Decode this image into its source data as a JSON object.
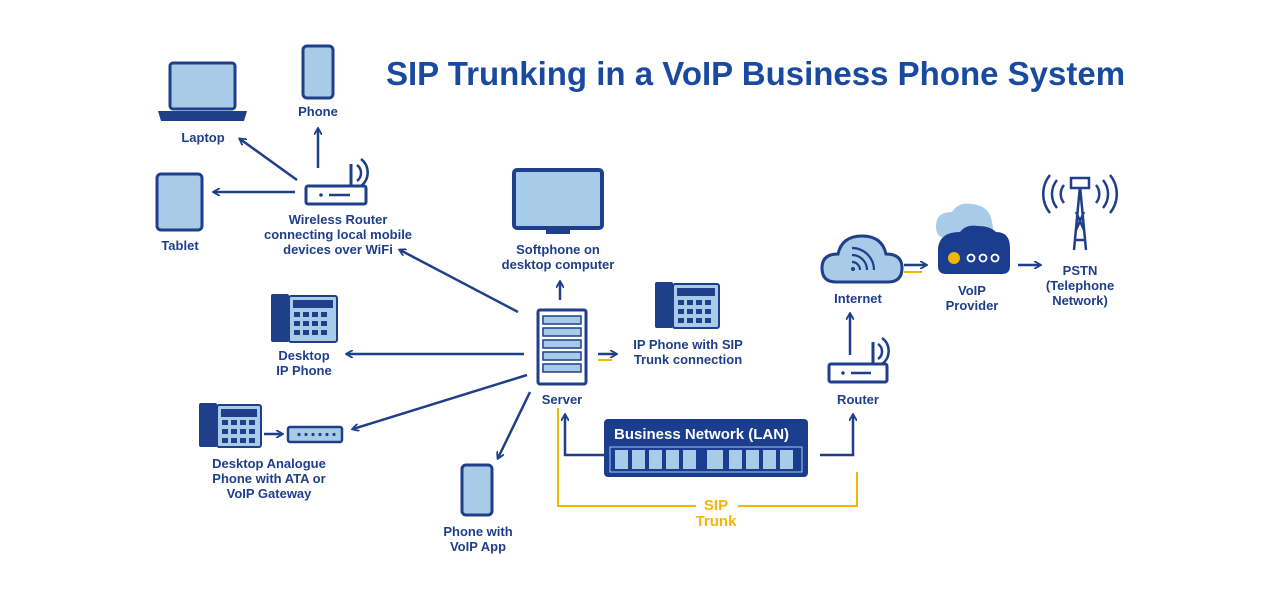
{
  "title": "SIP Trunking in a VoIP Business Phone System",
  "colors": {
    "primary": "#1f3f8a",
    "icon_fill": "#a8cbe8",
    "dark_blue": "#1b3d8f",
    "sip_yellow": "#f2b705"
  },
  "nodes": {
    "laptop": {
      "icon": "laptop-icon",
      "lines": [
        "Laptop"
      ]
    },
    "phone": {
      "icon": "smartphone-icon",
      "lines": [
        "Phone"
      ]
    },
    "tablet": {
      "icon": "tablet-icon",
      "lines": [
        "Tablet"
      ]
    },
    "wireless_router": {
      "icon": "wifi-router-icon",
      "lines": [
        "Wireless Router",
        "connecting local mobile",
        "devices over WiFi"
      ]
    },
    "softphone": {
      "icon": "monitor-icon",
      "lines": [
        "Softphone on",
        "desktop computer"
      ]
    },
    "desktop_ip_phone": {
      "icon": "desk-phone-icon",
      "lines": [
        "Desktop",
        "IP Phone"
      ]
    },
    "server": {
      "icon": "server-icon",
      "lines": [
        "Server"
      ]
    },
    "ip_phone_sip": {
      "icon": "desk-phone-icon",
      "lines": [
        "IP Phone with SIP",
        "Trunk connection"
      ]
    },
    "analogue_phone": {
      "icon": "desk-phone-icon",
      "lines": [
        "Desktop Analogue",
        "Phone with ATA or",
        "VoIP Gateway"
      ]
    },
    "phone_voip_app": {
      "icon": "smartphone-icon",
      "lines": [
        "Phone with",
        "VoIP App"
      ]
    },
    "business_network": {
      "icon": "network-switch-icon",
      "label": "Business Network (LAN)"
    },
    "internet": {
      "icon": "cloud-icon",
      "lines": [
        "Internet"
      ]
    },
    "router": {
      "icon": "router-icon",
      "lines": [
        "Router"
      ]
    },
    "voip_provider": {
      "icon": "cloud-server-icon",
      "lines": [
        "VoIP",
        "Provider"
      ]
    },
    "pstn": {
      "icon": "cell-tower-icon",
      "lines": [
        "PSTN",
        "(Telephone",
        "Network)"
      ]
    }
  },
  "sip_trunk": {
    "lines": [
      "SIP",
      "Trunk"
    ]
  }
}
